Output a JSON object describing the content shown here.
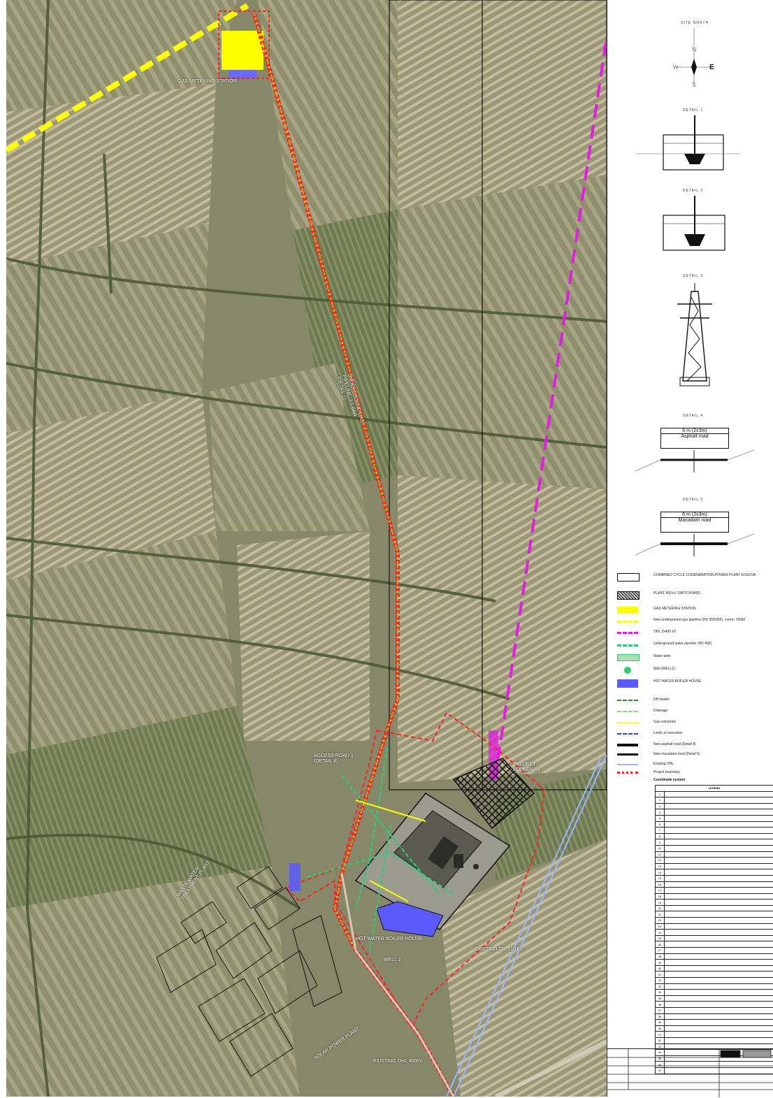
{
  "map": {
    "labels": {
      "waste_water": "WASTE WATER\nTREATMENT PLANT",
      "solar": "SOLAR POWER PLANT",
      "existing_oil_road": "EXISTING OIL 110 kV",
      "hot_water": "HOT WATER BOILER HOUSE",
      "project_boundary": "PROJECT\nBOUNDARY",
      "existing_oil_road_bottom": "EXISTING OHL 400kV",
      "access_road": "ACCESS ROAD 1\n(DETAIL 4)",
      "underground_gas": "UNDERGROUND GAS\nPIPELINE, 3.5 BAR\n(DETAIL 1)",
      "well": "WELL 2",
      "gas_metering": "GAS METERING STATION"
    }
  },
  "compass": {
    "title": "SITE NORTH",
    "n": "N",
    "s": "S",
    "e": "E",
    "w": "W"
  },
  "details": {
    "d1": "DETAIL 1",
    "d2": "DETAIL 2",
    "d3": "DETAIL 3",
    "d4": "DETAIL 4",
    "d5": "DETAIL 5",
    "road4_width": "6 m (2x3m)",
    "road4_name": "Asphalt road",
    "road5_width": "6 m (2x3m)",
    "road5_name": "Macadam road"
  },
  "legend": {
    "items": [
      "COMBINED CYCLE COGENERATION POWER PLANT KOSOVA",
      "PLANT 400 kV SWITCHYARD",
      "GAS METERING STATION",
      "New underground gas pipeline (HD 355/355), comm. DN50",
      "OHL 2x400 kV",
      "Underground water pipeline (HD 400)",
      "Water tank",
      "Well (WELL1)",
      "HOT WATER BOILER HOUSE",
      "DH heater",
      "Drainage",
      "Gas extraction",
      "Limits of execution",
      "New asphalt road (Detail 4)",
      "New macadam road (Detail 5)",
      "Existing OHL",
      "Project boundary"
    ],
    "colors": {
      "yellow": "#ffff00",
      "magenta": "#e020e0",
      "green": "#2ecc71",
      "blue": "#5a5aff",
      "red": "#ff2222",
      "lightblue": "#9ab6ff"
    },
    "coordinate_title": "Coordinate system"
  },
  "legend_table": {
    "header": "LEGEND",
    "rows": [
      "1",
      "2",
      "3",
      "4",
      "5",
      "6",
      "7",
      "8",
      "9",
      "10",
      "11",
      "12",
      "13",
      "14",
      "15",
      "16",
      "17",
      "18",
      "19",
      "20",
      "21",
      "22",
      "23",
      "24",
      "25",
      "26",
      "27",
      "28",
      "29",
      "30",
      "31",
      "32",
      "33",
      "34",
      "35",
      "36",
      "37",
      "38",
      "39",
      "40",
      "41",
      "42",
      "43",
      "44",
      "45",
      "46",
      "47"
    ]
  }
}
